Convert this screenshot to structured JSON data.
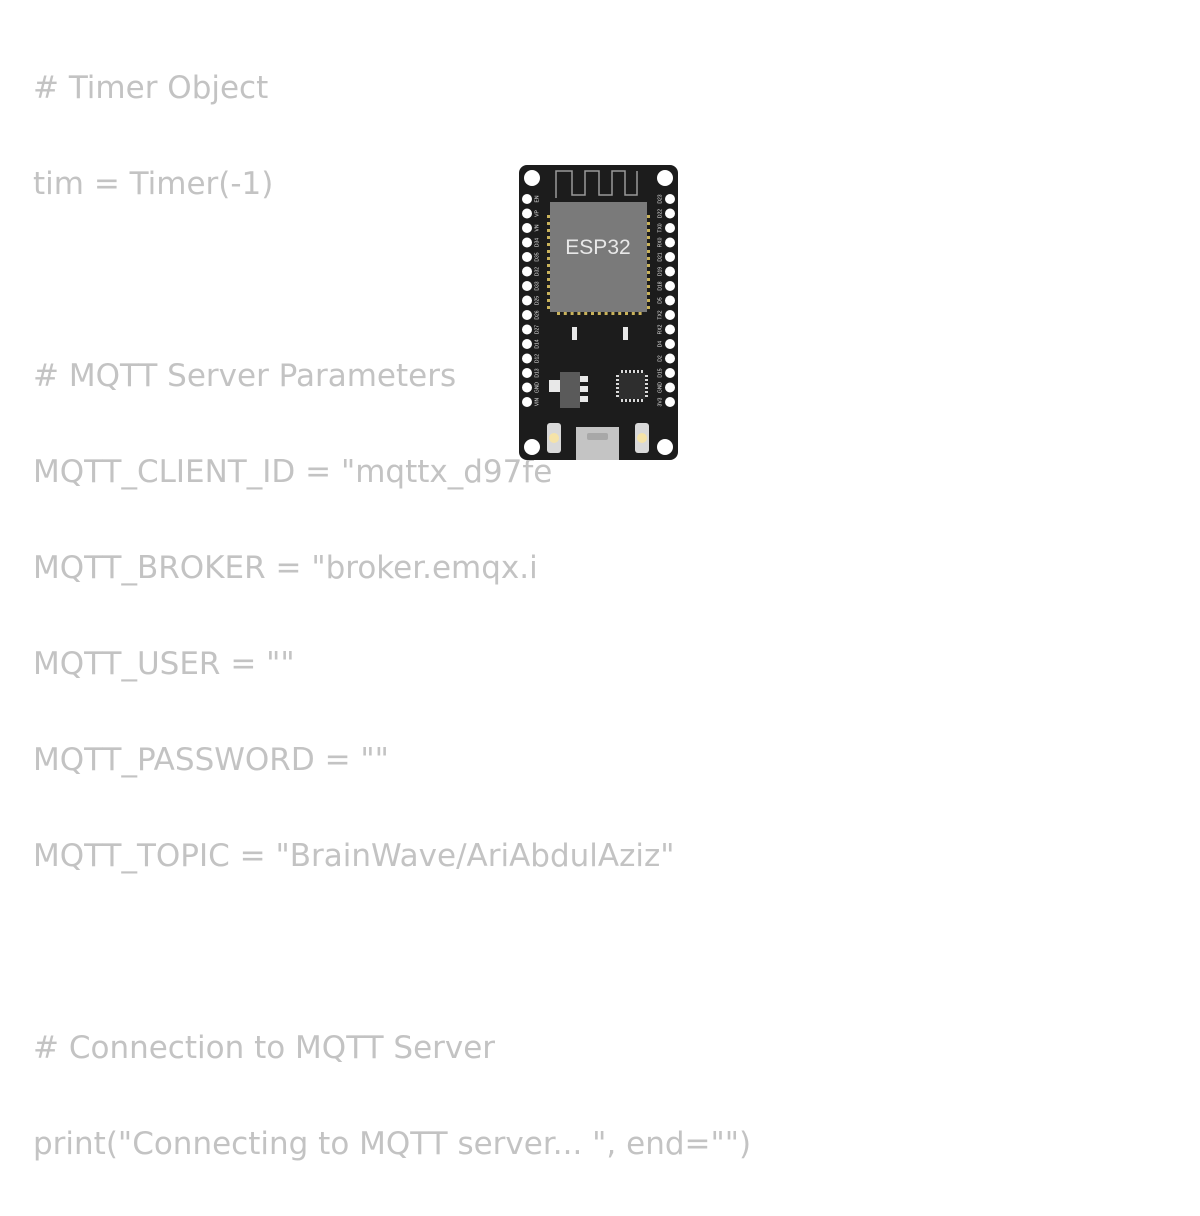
{
  "code_lines": [
    "# Timer Object",
    "tim = Timer(-1)",
    "",
    "# MQTT Server Parameters",
    "MQTT_CLIENT_ID = \"mqttx_d97fe",
    "MQTT_BROKER = \"broker.emqx.i",
    "MQTT_USER = \"\"",
    "MQTT_PASSWORD = \"\"",
    "MQTT_TOPIC = \"BrainWave/AriAbdulAziz\"",
    "",
    "# Connection to MQTT Server",
    "print(\"Connecting to MQTT server... \", end=\"\")"
  ],
  "board": {
    "chip_label": "ESP32",
    "left_pins": [
      "EN",
      "VP",
      "VN",
      "D34",
      "D35",
      "D32",
      "D33",
      "D25",
      "D26",
      "D27",
      "D14",
      "D12",
      "D13",
      "GND",
      "VIN"
    ],
    "right_pins": [
      "D23",
      "D22",
      "TX0",
      "RX0",
      "D21",
      "D19",
      "D18",
      "D5",
      "TX2",
      "RX2",
      "D4",
      "D2",
      "D15",
      "GND",
      "3V3"
    ]
  },
  "colors": {
    "code_text": "#c3c3c3",
    "board": "#1c1c1c",
    "module": "#7a7a7a",
    "pad_gold": "#c9b25a"
  }
}
